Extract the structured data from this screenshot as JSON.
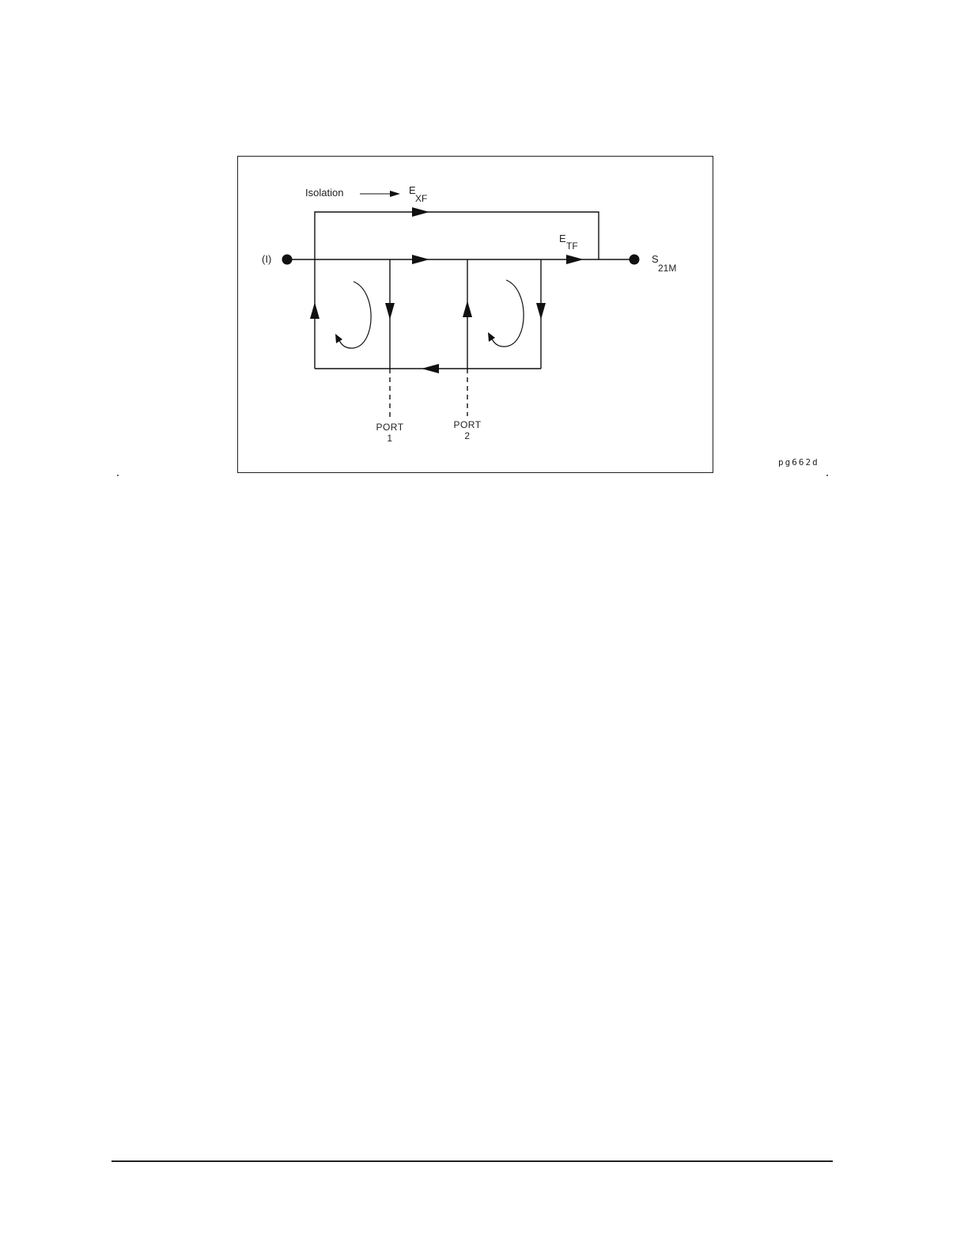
{
  "diagram": {
    "input_label": "(I)",
    "isolation_label": "Isolation",
    "exf": {
      "main": "E",
      "sub": "XF"
    },
    "etf": {
      "main": "E",
      "sub": "TF"
    },
    "output": {
      "main": "S",
      "sub": "21M"
    },
    "port1": {
      "label": "PORT",
      "number": "1"
    },
    "port2": {
      "label": "PORT",
      "number": "2"
    }
  },
  "figure_id": "pg662d"
}
